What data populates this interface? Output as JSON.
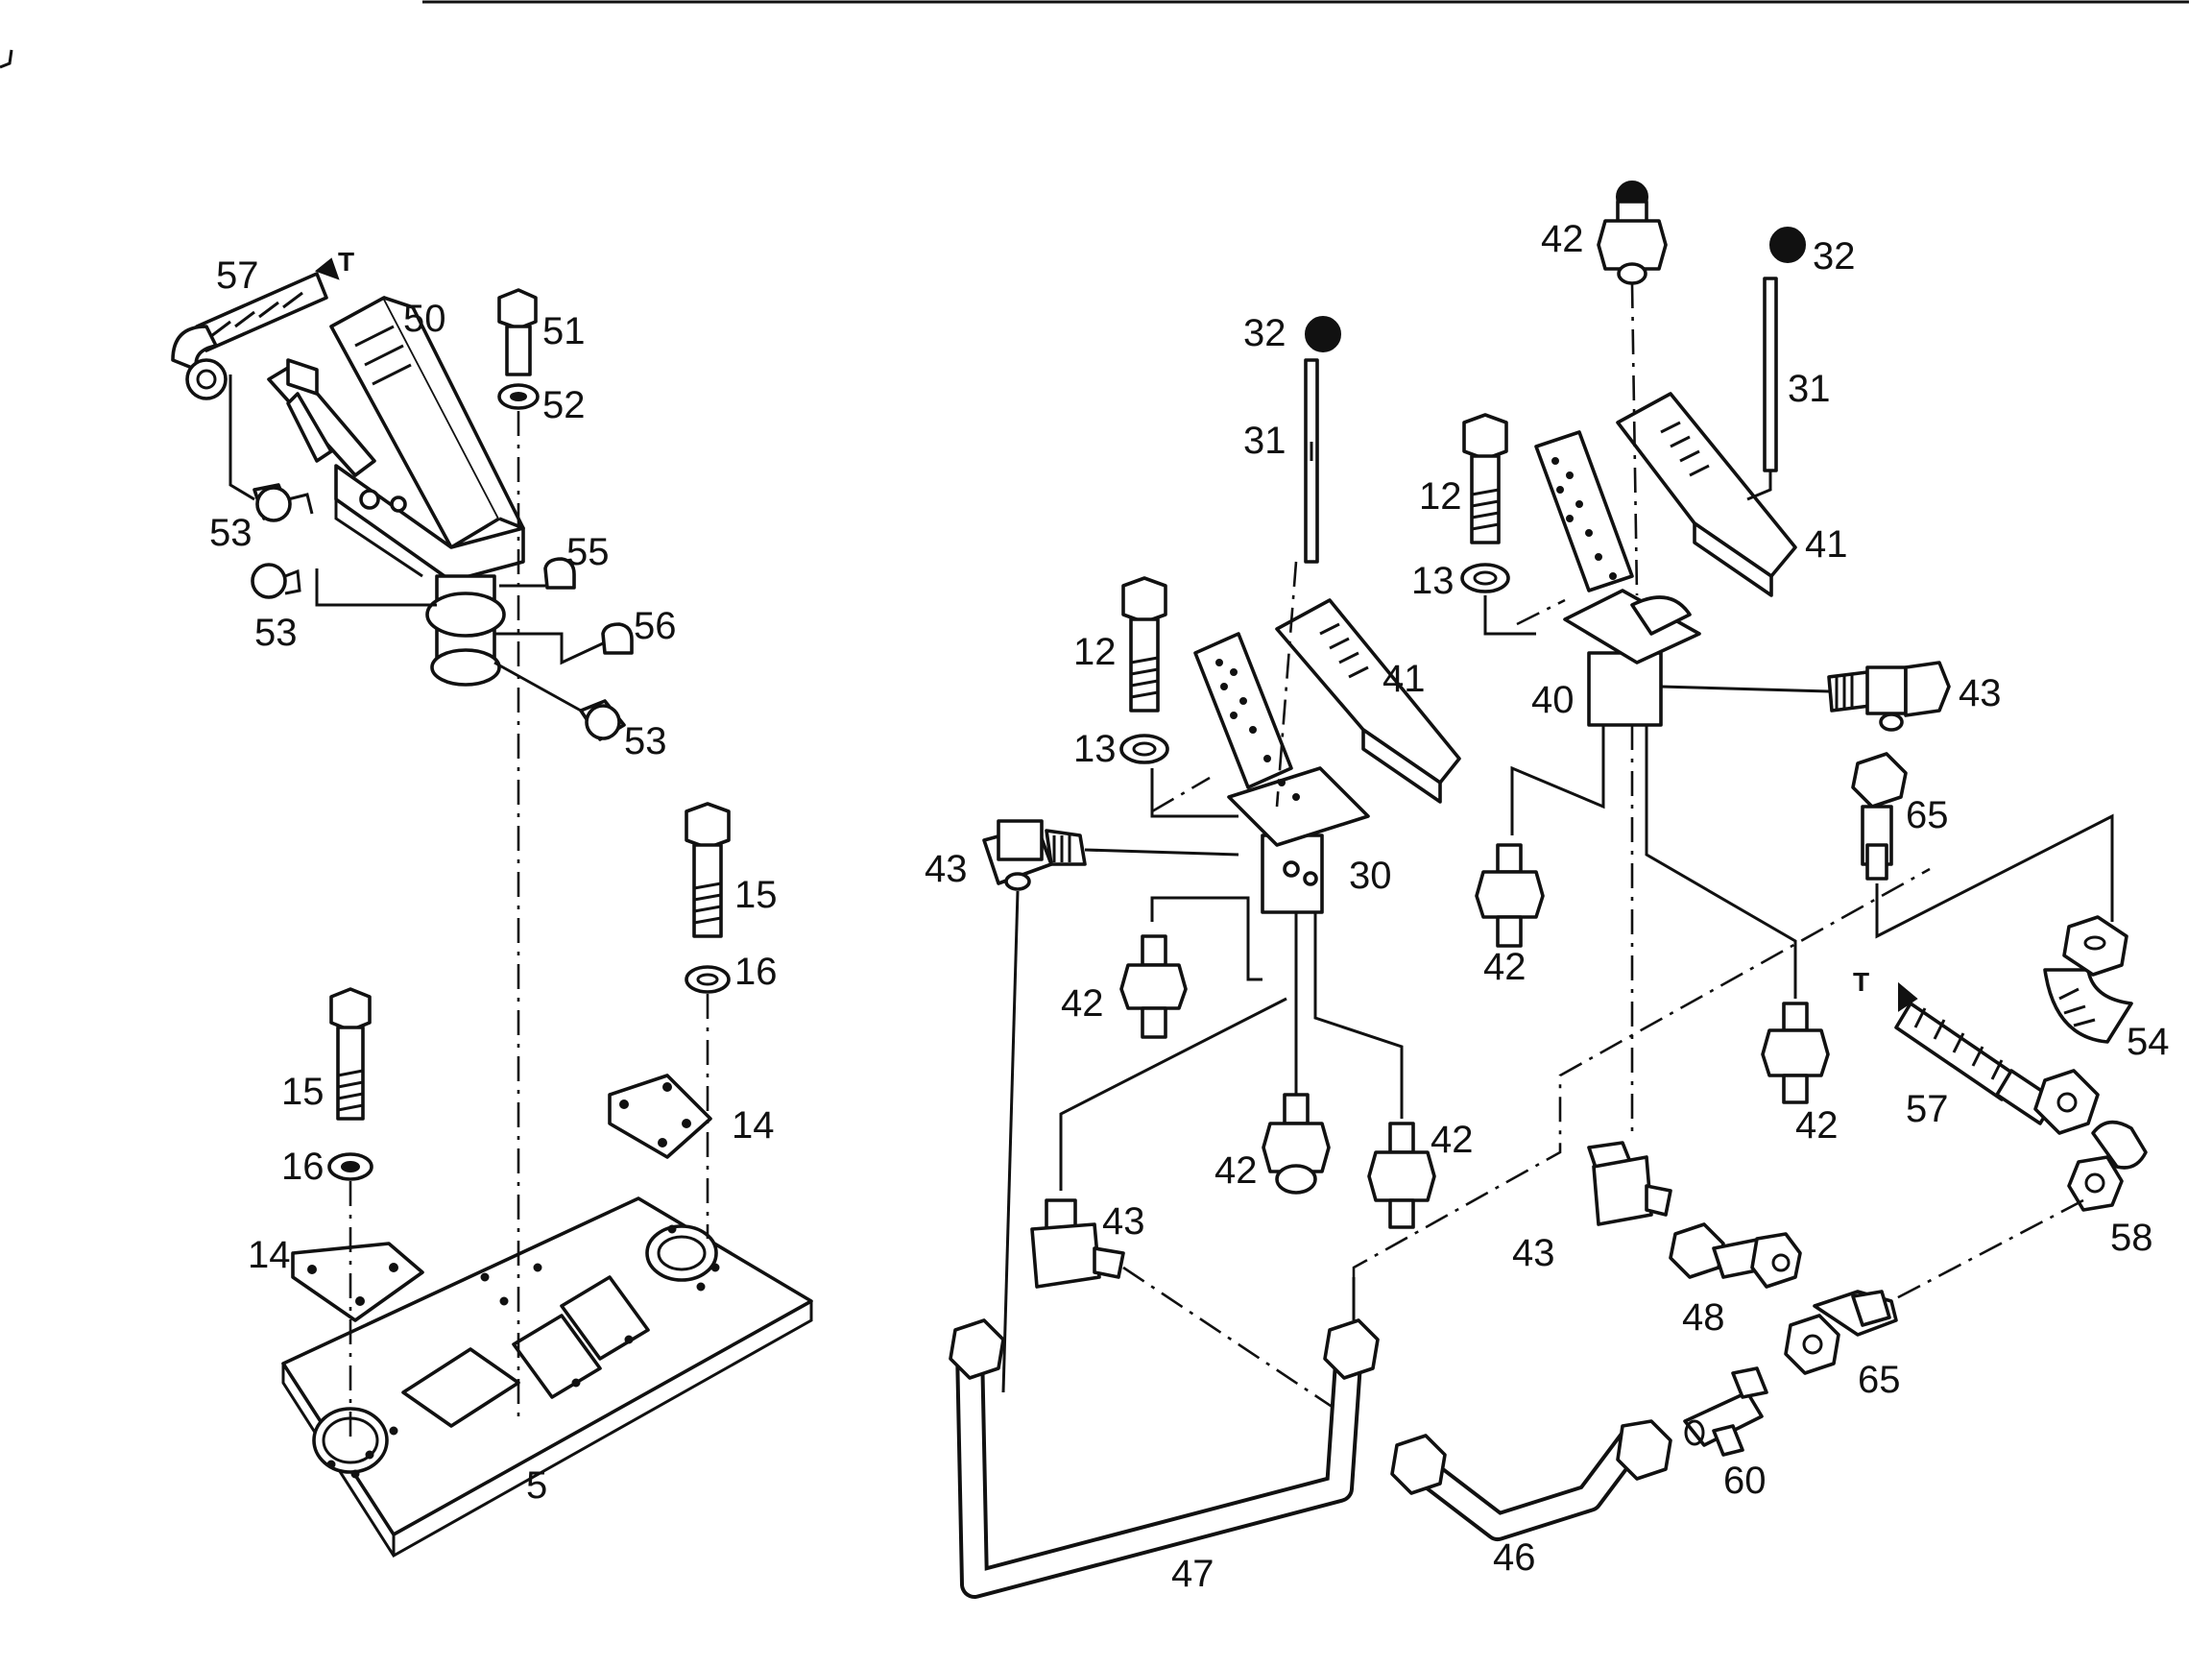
{
  "arrow_letter": "T",
  "labels": {
    "p57a": "57",
    "p50": "50",
    "p51": "51",
    "p52": "52",
    "p53a": "53",
    "p53b": "53",
    "p55": "55",
    "p56": "56",
    "p53c": "53",
    "p15a": "15",
    "p16a": "16",
    "p15b": "15",
    "p16b": "16",
    "p14a": "14",
    "p14b": "14",
    "p5": "5",
    "p32a": "32",
    "p31a": "31",
    "p12a": "12",
    "p13a": "13",
    "p41a": "41",
    "p43a": "43",
    "p30": "30",
    "p42a": "42",
    "p42b": "42",
    "p42c": "42",
    "p43b": "43",
    "p47": "47",
    "p42top": "42",
    "p32b": "32",
    "p31b": "31",
    "p12b": "12",
    "p13b": "13",
    "p41b": "41",
    "p40": "40",
    "p43c": "43",
    "p65a": "65",
    "p42d": "42",
    "p42e": "42",
    "p54": "54",
    "p57b": "57",
    "p58": "58",
    "p43d": "43",
    "p48": "48",
    "p65b": "65",
    "p60": "60",
    "p46": "46"
  }
}
